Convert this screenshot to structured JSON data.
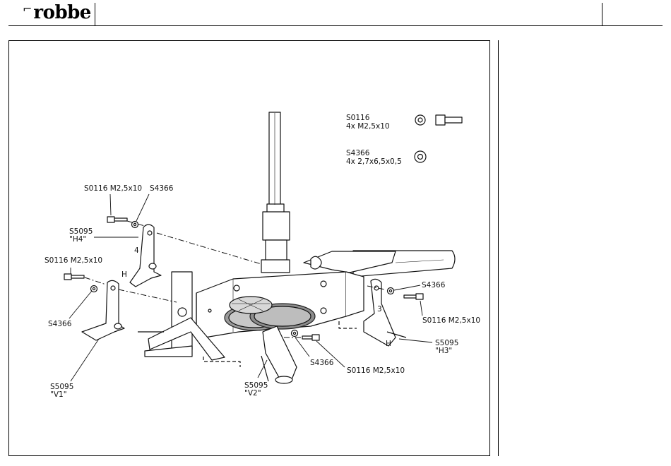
{
  "header": {
    "brand": "robbe",
    "brand_mark": "⌐"
  },
  "legend": [
    {
      "part": "S0116",
      "qty": "4x  M2,5x10"
    },
    {
      "part": "S4366",
      "qty": "4x  2,7x6,5x0,5"
    }
  ],
  "callouts": {
    "h4_screw": "S0116 M2,5x10",
    "h4_washer": "S4366",
    "h4_part": "S5095",
    "h4_tag": "\"H4\"",
    "v1_screw": "S0116 M2,5x10",
    "v1_washer": "S4366",
    "v1_part": "S5095",
    "v1_tag": "\"V1\"",
    "v2_part": "S5095",
    "v2_tag": "\"V2\"",
    "v2_washer": "S4366",
    "v2_screw": "S0116 M2,5x10",
    "h3_washer": "S4366",
    "h3_screw": "S0116 M2,5x10",
    "h3_part": "S5095",
    "h3_tag": "\"H3\""
  },
  "part_marks": {
    "h4_num": "4",
    "h4_letter": "H",
    "h3_num": "3",
    "h3_letter": "H"
  }
}
